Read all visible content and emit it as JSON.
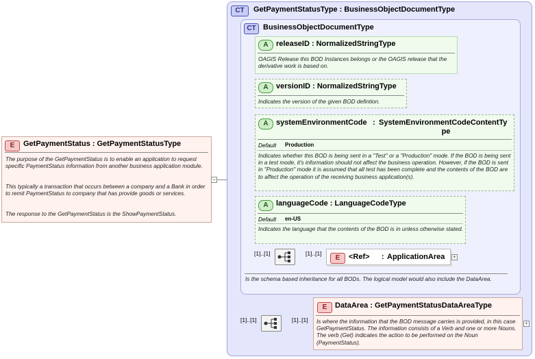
{
  "outer_ct": {
    "badge": "CT",
    "name": "GetPaymentStatusType",
    "type": "BusinessObjectDocumentType"
  },
  "inner_ct": {
    "badge": "CT",
    "name": "BusinessObjectDocumentType",
    "doc": "Is the schema based inheritance for all BODs. The logical model would also include the DataArea."
  },
  "root_element": {
    "badge": "E",
    "name": "GetPaymentStatus",
    "type": "GetPaymentStatusType",
    "doc1": "The purpose of the GetPaymentStatus is to enable an application to request specific PaymentStatus information from another business application module.",
    "doc2": "This typically a transaction that occurs between a company and a Bank in order to remit PaymentStatus to company that has provide goods or services.",
    "doc3": "The response to the GetPaymentStatus is the ShowPaymentStatus.",
    "collapse": "−"
  },
  "attributes": [
    {
      "badge": "A",
      "name": "releaseID",
      "type": "NormalizedStringType",
      "doc": "OAGIS Release this BOD Instances belongs or the OAGIS release that the derivative work is based on."
    },
    {
      "badge": "A",
      "name": "versionID",
      "type": "NormalizedStringType",
      "doc": "Indicates the version of the given BOD defintion."
    },
    {
      "badge": "A",
      "name": "systemEnvironmentCode",
      "type_line1": "SystemEnvironmentCodeContentTy",
      "type_line2": "pe",
      "default_label": "Default",
      "default_value": "Production",
      "doc": "Indicates whether this BOD is being sent in a \"Test\" or a \"Production\" mode. If the BOD is being sent in a test mode, it's information should not affect the business operation. However, if the BOD is sent in \"Production\" mode it is assumed that all test has been complete and the contents of the BOD are to affect the operation of the receiving business application(s)."
    },
    {
      "badge": "A",
      "name": "languageCode",
      "type": "LanguageCodeType",
      "default_label": "Default",
      "default_value": "en-US",
      "doc": "Indicates the language that the contents of the BOD is in unless otherwise stated."
    }
  ],
  "application_area": {
    "seq_card": "[1]..[1]",
    "ref_card": "[1]..[1]",
    "badge": "E",
    "ref": "<Ref>",
    "name": "ApplicationArea",
    "expand": "+"
  },
  "data_area": {
    "seq_card": "[1]..[1]",
    "elem_card": "[1]..[1]",
    "badge": "E",
    "name": "DataArea",
    "type": "GetPaymentStatusDataAreaType",
    "doc": "Is where the information that the BOD message carries is provided, in this case GetPaymentStatus. The information consists of a Verb and one or more Nouns. The verb (Get) indicates the action to be performed on the Noun (PaymentStatus).",
    "expand": "+"
  }
}
